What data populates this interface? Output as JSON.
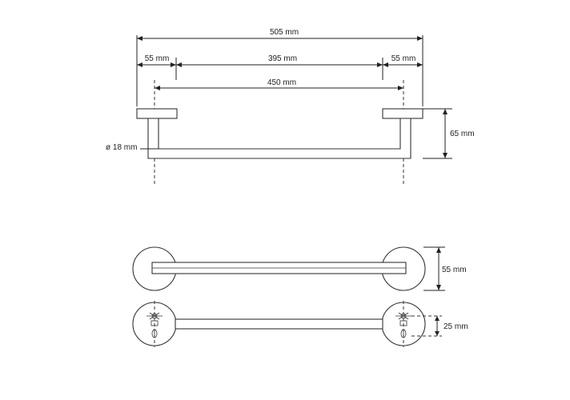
{
  "dimensions": {
    "overall_length": "505 mm",
    "left_offset": "55 mm",
    "middle_span": "395 mm",
    "right_offset": "55 mm",
    "center_distance": "450 mm",
    "bar_diameter": "ø 18 mm",
    "projection_depth": "65 mm",
    "base_diameter": "55 mm",
    "fixing_height": "25 mm"
  }
}
